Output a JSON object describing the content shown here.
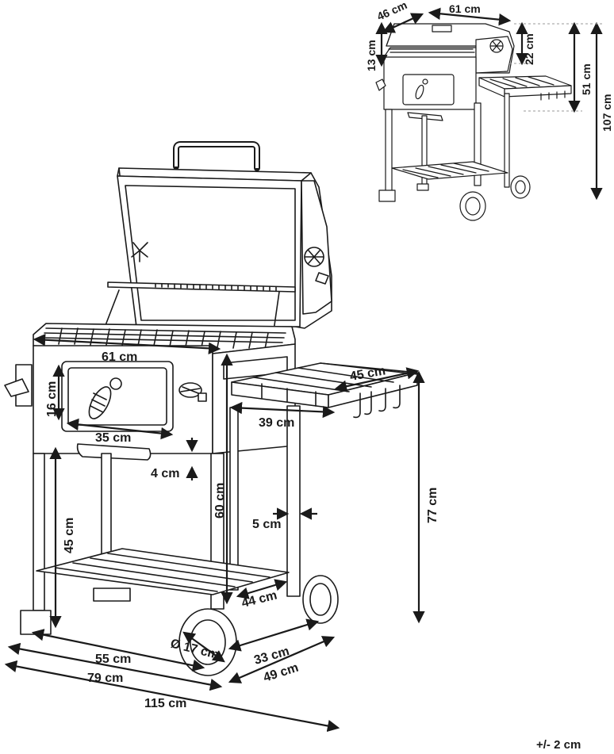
{
  "small_view": {
    "depth": "46 cm",
    "width": "61 cm",
    "lid_height": "13 cm",
    "hood_height": "22 cm",
    "shelf_height": "51 cm",
    "total_height": "107 cm"
  },
  "main_view": {
    "grill_width": "61 cm",
    "window_height": "16 cm",
    "window_width": "35 cm",
    "bottom_clearance": "4 cm",
    "leg_height": "45 cm",
    "body_height": "60 cm",
    "shelf_width": "45 cm",
    "shelf_depth": "39 cm",
    "shelf_offset": "5 cm",
    "shelf_floor_height": "77 cm",
    "lower_shelf_depth": "44 cm",
    "wheel_diameter": "Ø 17 cm",
    "base_depth": "33 cm",
    "base_width": "55 cm",
    "overall_depth": "49 cm",
    "body_width": "79 cm",
    "overall_width": "115 cm"
  },
  "tolerance": "+/- 2 cm",
  "icons": [
    "grill-drawing",
    "fan-vent-icon",
    "thermometer-icon",
    "wheel-icon",
    "hook-icon",
    "dimension-arrow-icon"
  ]
}
